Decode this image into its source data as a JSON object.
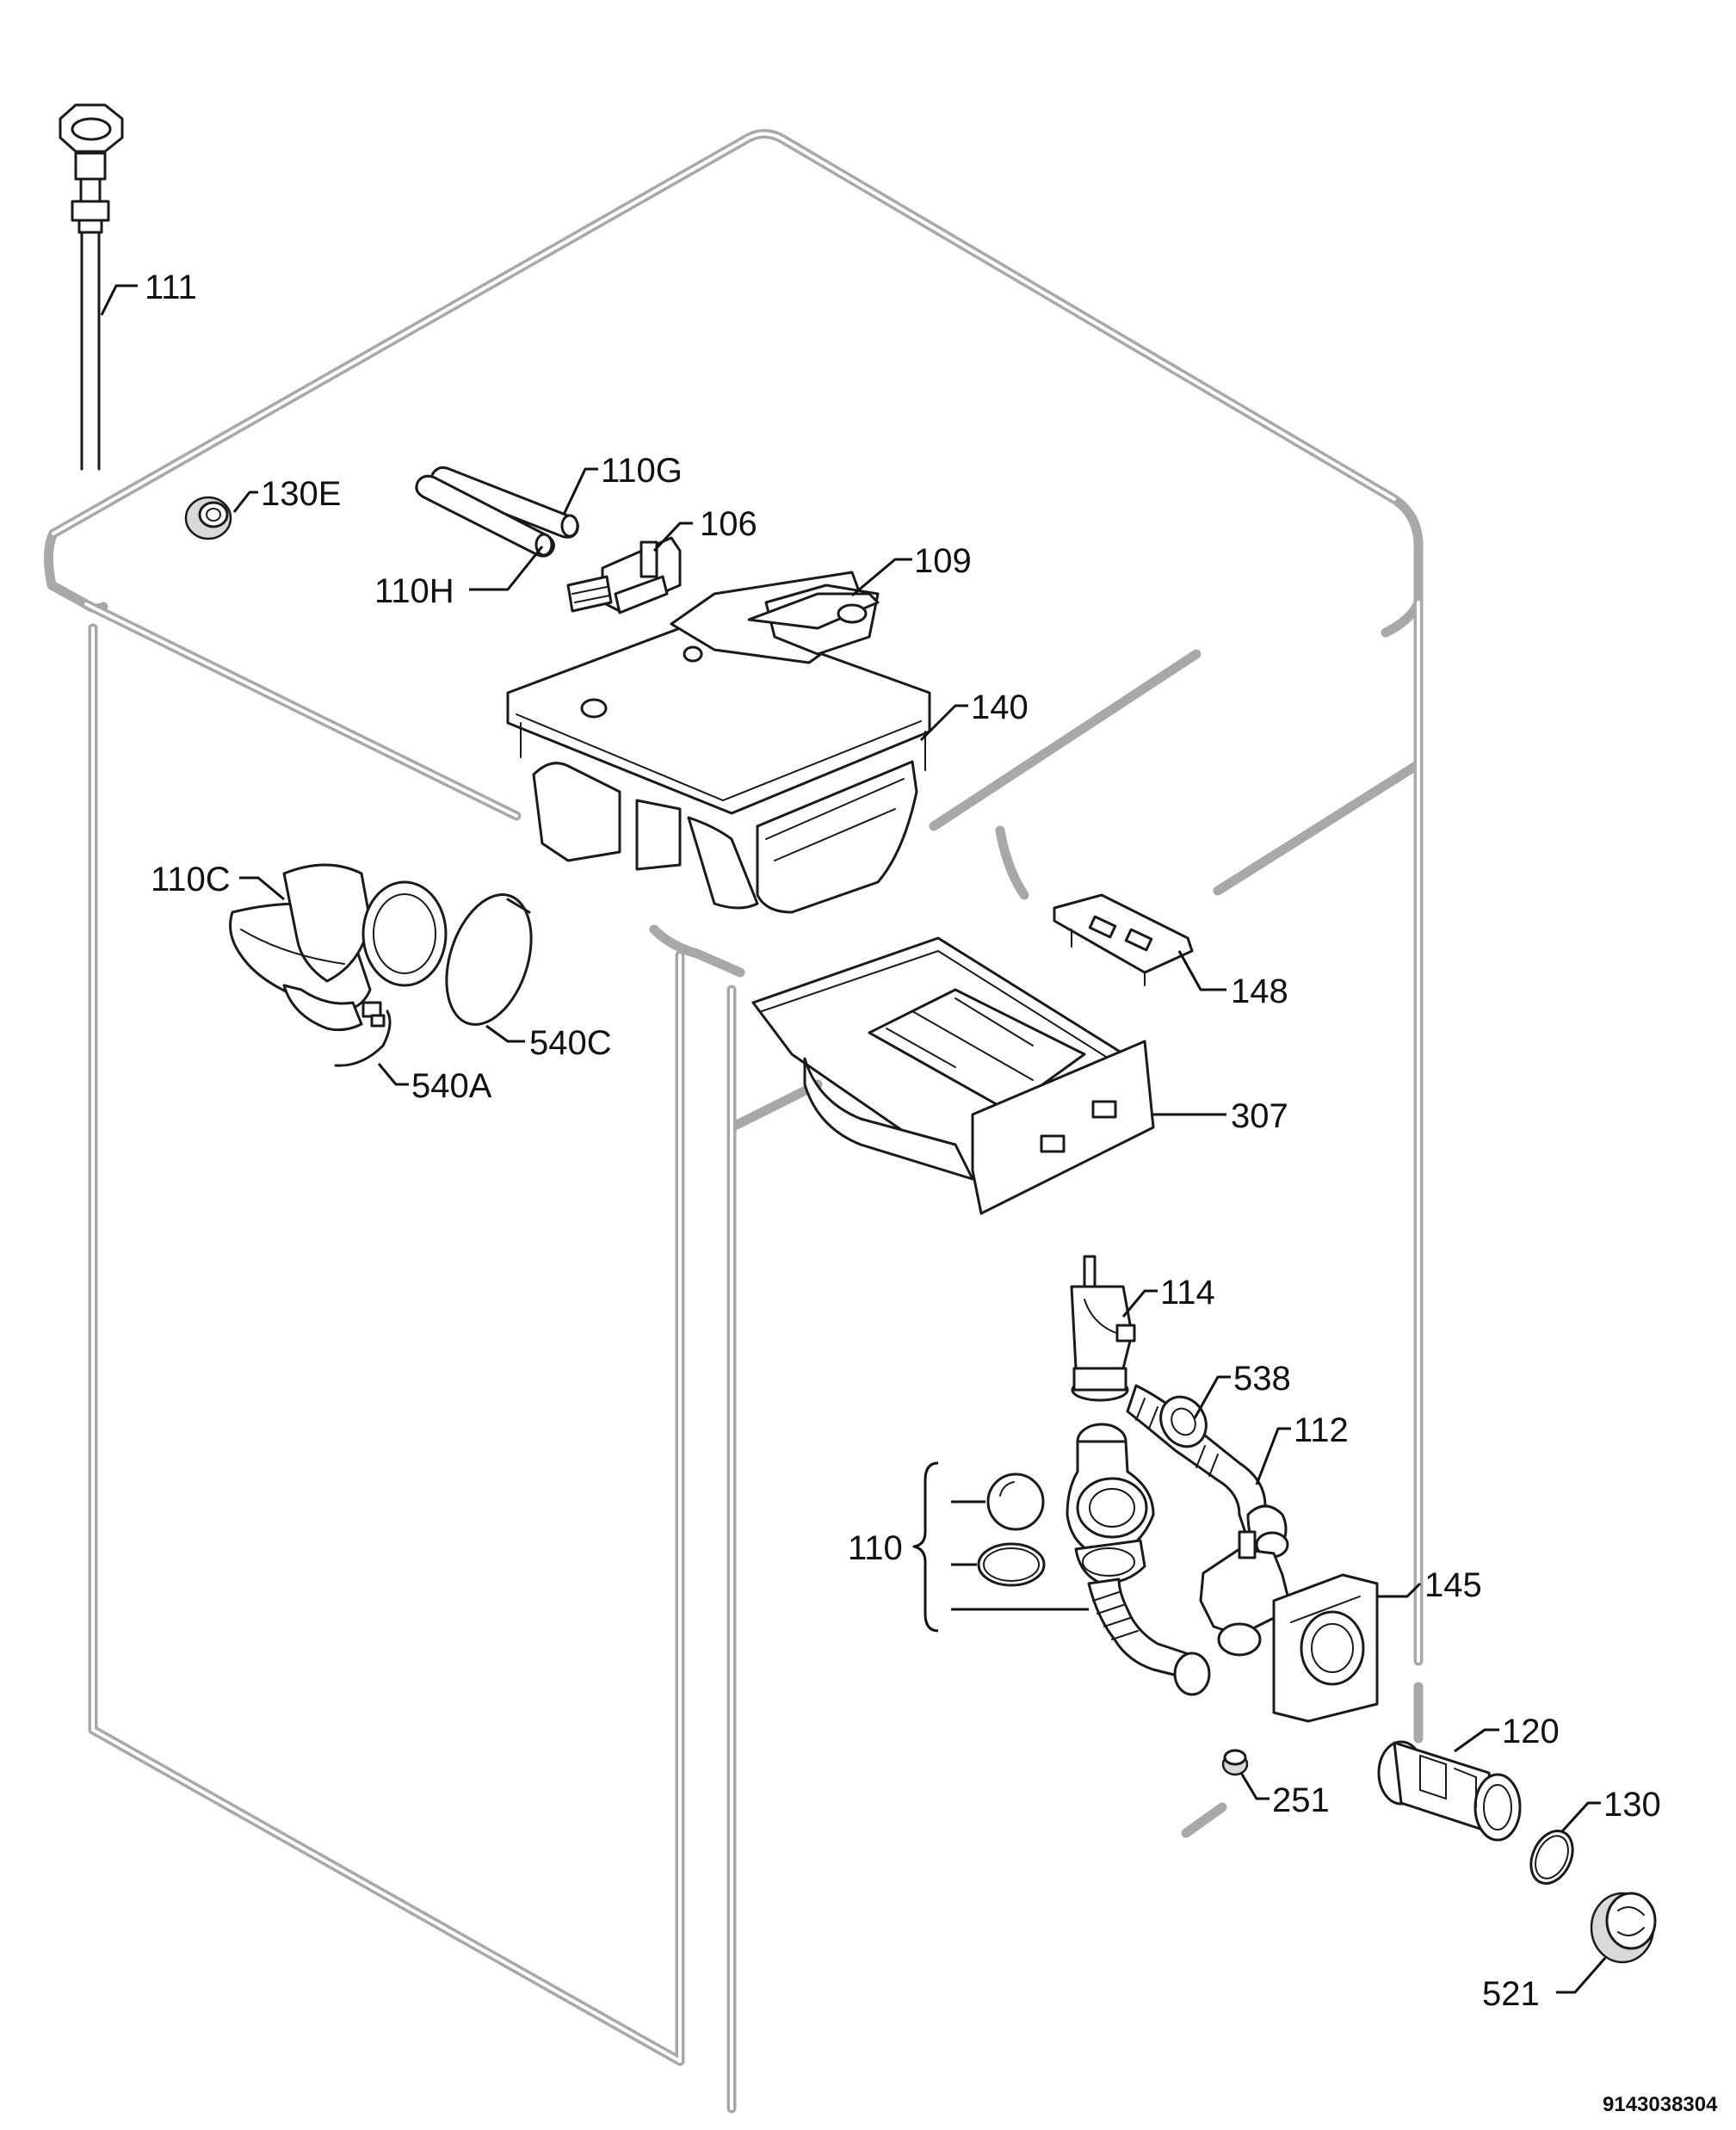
{
  "labels": {
    "l111": "111",
    "l130E": "130E",
    "l110G": "110G",
    "l106": "106",
    "l110H": "110H",
    "l109": "109",
    "l140": "140",
    "l110C": "110C",
    "l540C": "540C",
    "l540A": "540A",
    "l148": "148",
    "l307": "307",
    "l114": "114",
    "l538": "538",
    "l112": "112",
    "l110": "110",
    "l145": "145",
    "l120": "120",
    "l251": "251",
    "l130": "130",
    "l521": "521"
  },
  "diagram_code": "9143038304"
}
